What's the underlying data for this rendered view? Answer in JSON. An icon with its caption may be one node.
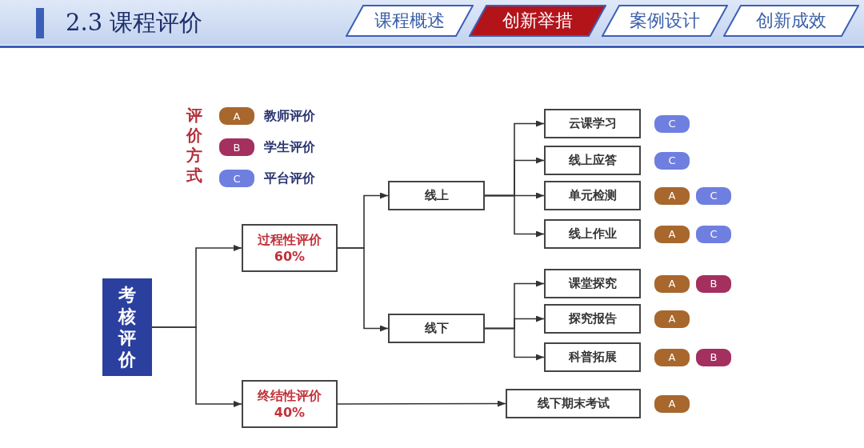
{
  "diagram": {
    "title": "2.3 课程评价",
    "nodes": [
      {
        "text": [
          "课程概述"
        ]
      },
      {
        "text": [
          "创新举措"
        ]
      },
      {
        "text": [
          "案例设计"
        ]
      },
      {
        "text": [
          "创新成效"
        ]
      },
      {
        "text": [
          "考核评价"
        ]
      },
      {
        "text": [
          "过程性评价",
          "60%"
        ]
      },
      {
        "text": [
          "终结性评价",
          "40%"
        ]
      },
      {
        "text": [
          "线上"
        ]
      },
      {
        "text": [
          "线下"
        ]
      },
      {
        "text": [
          "云课学习"
        ],
        "beside": [
          "C"
        ]
      },
      {
        "text": [
          "线上应答"
        ],
        "beside": [
          "C"
        ]
      },
      {
        "text": [
          "单元检测"
        ],
        "beside": [
          "A",
          "C"
        ]
      },
      {
        "text": [
          "线上作业"
        ],
        "beside": [
          "A",
          "C"
        ]
      },
      {
        "text": [
          "课堂探究"
        ],
        "beside": [
          "A",
          "B"
        ]
      },
      {
        "text": [
          "探究报告"
        ],
        "beside": [
          "A"
        ]
      },
      {
        "text": [
          "科普拓展"
        ],
        "beside": [
          "A",
          "B"
        ]
      },
      {
        "text": [
          "线下期末考试"
        ],
        "beside": [
          "A"
        ]
      }
    ],
    "edges": [
      {
        "from": 4,
        "to": 5,
        "arrow": "to"
      },
      {
        "from": 4,
        "to": 6,
        "arrow": "to"
      },
      {
        "from": 5,
        "to": 7,
        "arrow": "to"
      },
      {
        "from": 5,
        "to": 8,
        "arrow": "to"
      },
      {
        "from": 7,
        "to": 9,
        "arrow": "to"
      },
      {
        "from": 7,
        "to": 10,
        "arrow": "to"
      },
      {
        "from": 7,
        "to": 11,
        "arrow": "to"
      },
      {
        "from": 7,
        "to": 12,
        "arrow": "to"
      },
      {
        "from": 8,
        "to": 13,
        "arrow": "to"
      },
      {
        "from": 8,
        "to": 14,
        "arrow": "to"
      },
      {
        "from": 8,
        "to": 15,
        "arrow": "to"
      },
      {
        "from": 6,
        "to": 16,
        "arrow": "to"
      }
    ],
    "labels": [
      "评价方式",
      "A",
      "B",
      "C"
    ],
    "legend": [
      {
        "text": "教师评价",
        "color": "#a8672c"
      },
      {
        "text": "学生评价",
        "color": "#a3305e"
      },
      {
        "text": "平台评价",
        "color": "#6f7fe0"
      }
    ]
  }
}
